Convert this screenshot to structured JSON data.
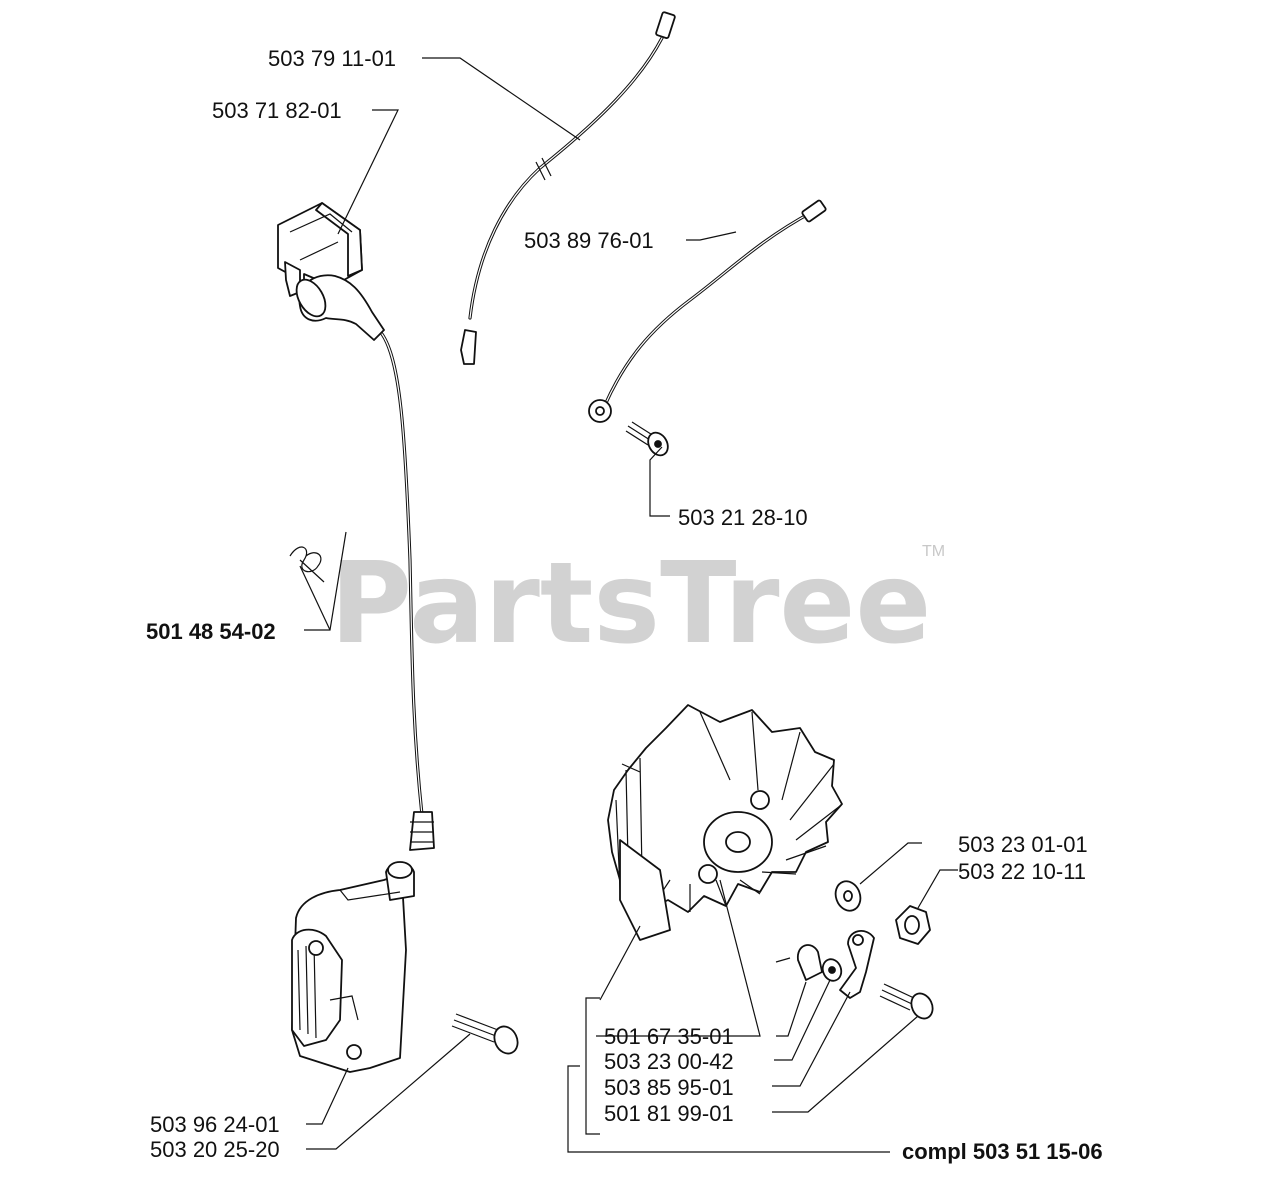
{
  "watermark": {
    "brand": "PartsTree",
    "trademark": "TM"
  },
  "callouts": {
    "cable_upper": "503 79 11-01",
    "switch": "503 71 82-01",
    "cable_lower": "503 89 76-01",
    "screw_ground": "503 21 28-10",
    "spark_plug_cap": "501 48 54-02",
    "washer": "503 23 01-01",
    "nut": "503 22 10-11",
    "key": "501 67 35-01",
    "washer_small": "503 23 00-42",
    "pawl": "503 85 95-01",
    "pawl_screw": "501 81 99-01",
    "module": "503 96 24-01",
    "module_screw": "503 20 25-20",
    "flywheel_complete": "compl 503 51 15-06"
  }
}
